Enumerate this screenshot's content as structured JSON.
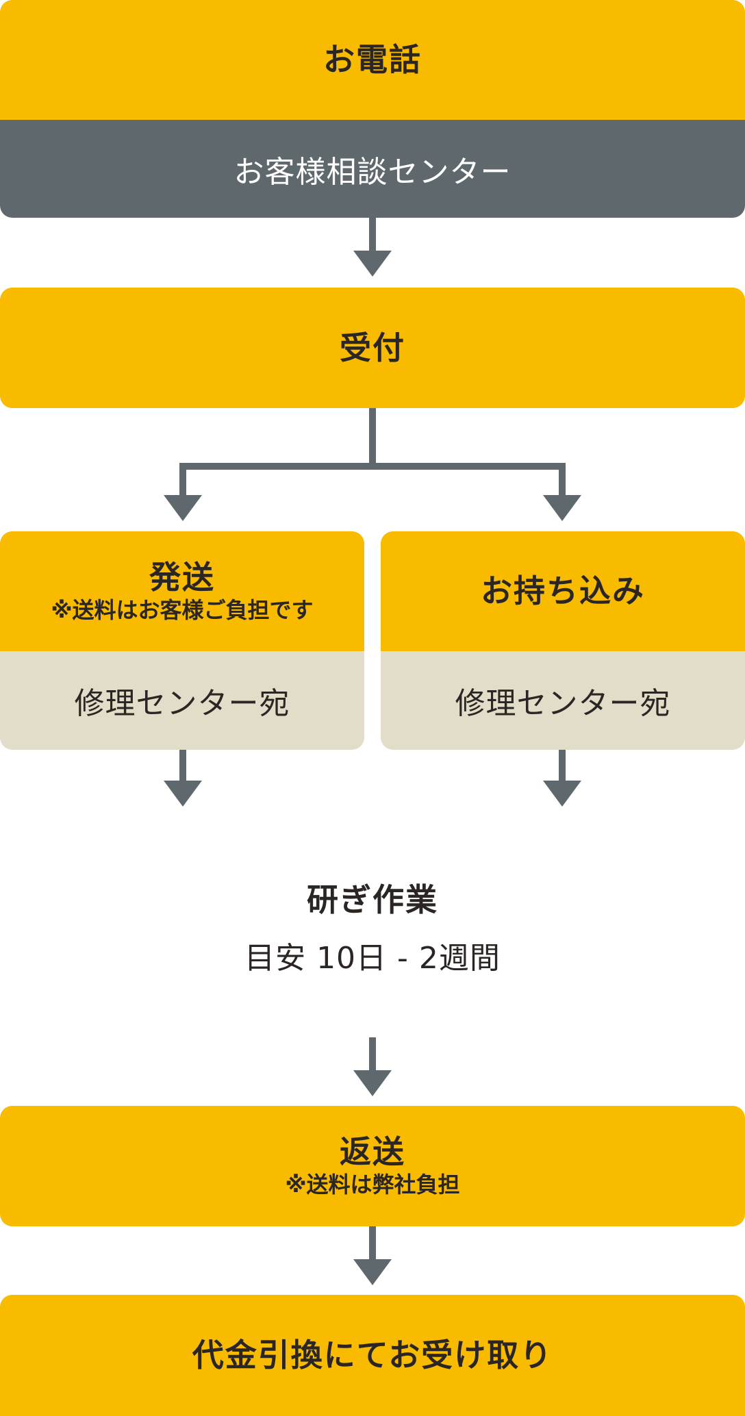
{
  "step_phone": {
    "title": "お電話",
    "sub": "お客様相談センター"
  },
  "step_reception": {
    "title": "受付"
  },
  "step_ship": {
    "title": "発送",
    "note": "※送料はお客様ご負担です",
    "sub": "修理センター宛"
  },
  "step_bring": {
    "title": "お持ち込み",
    "sub": "修理センター宛"
  },
  "step_sharpening": {
    "title": "研ぎ作業",
    "sub": "目安 10日 - 2週間"
  },
  "step_return": {
    "title": "返送",
    "note": "※送料は弊社負担"
  },
  "step_receive": {
    "title": "代金引換にてお受け取り"
  },
  "colors": {
    "accent": "#f8bb00",
    "dark": "#5f696d",
    "beige": "#e1ddc9",
    "text": "#2b2523"
  }
}
